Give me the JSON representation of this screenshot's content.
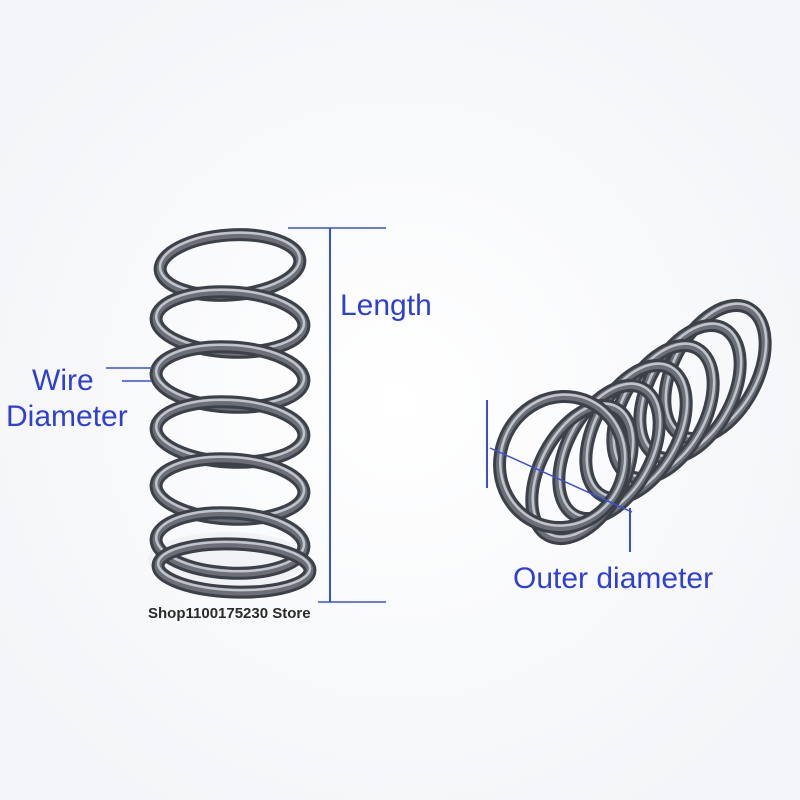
{
  "labels": {
    "length": "Length",
    "wire_line1": "Wire",
    "wire_line2": "Diameter",
    "outer_diameter": "Outer diameter",
    "store": "Shop1100175230 Store"
  },
  "colors": {
    "label_blue": "#2f3fd6",
    "dimension_line": "#3a4fd8",
    "spring_dark": "#3c4048",
    "spring_mid": "#6b7078",
    "spring_light": "#c9ced4",
    "background": "#ffffff"
  }
}
